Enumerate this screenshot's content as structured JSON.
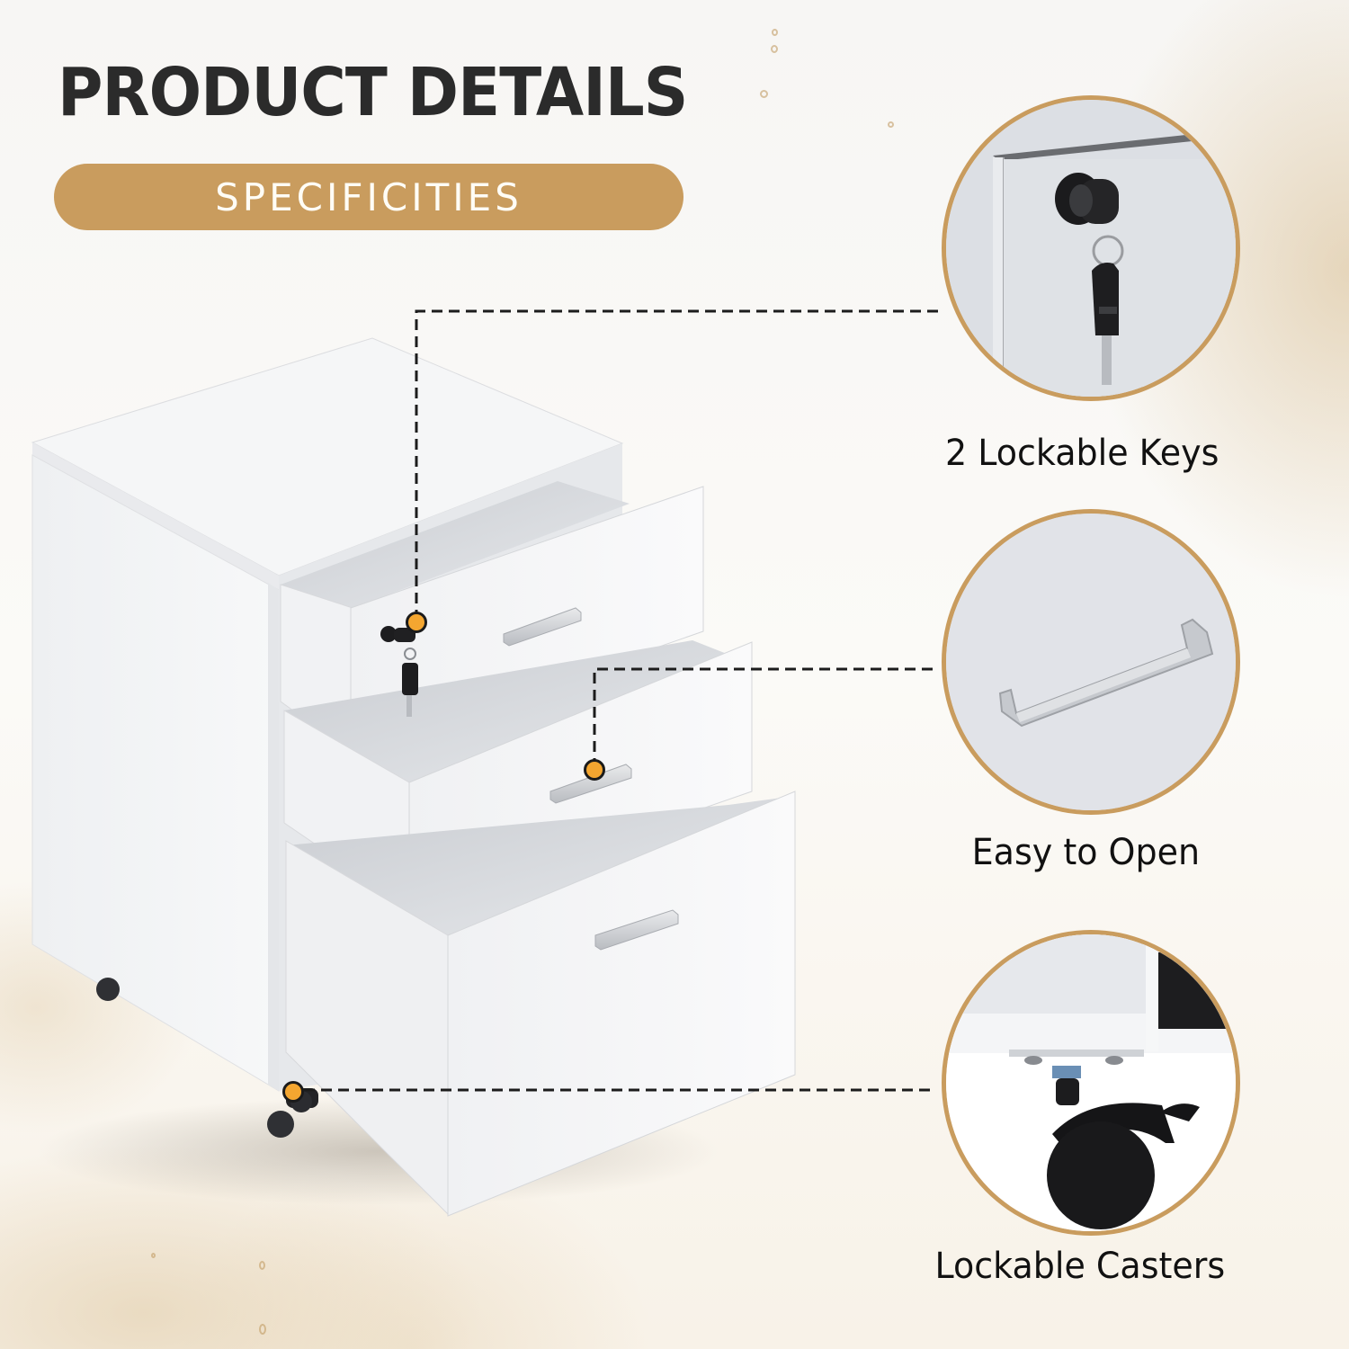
{
  "header": {
    "title": "PRODUCT DETAILS",
    "subtitle": "SPECIFICITIES"
  },
  "features": [
    {
      "label": "2 Lockable Keys",
      "icon": "lock-key-icon"
    },
    {
      "label": "Easy to Open",
      "icon": "drawer-handle-icon"
    },
    {
      "label": "Lockable Casters",
      "icon": "caster-wheel-icon"
    }
  ],
  "product": {
    "name": "3-drawer mobile file cabinet",
    "drawer_count": 3
  },
  "colors": {
    "accent_gold": "#c99c5e",
    "title_text": "#2b2b2b",
    "marker_orange": "#f4a630",
    "cabinet_white": "#f4f5f7"
  }
}
